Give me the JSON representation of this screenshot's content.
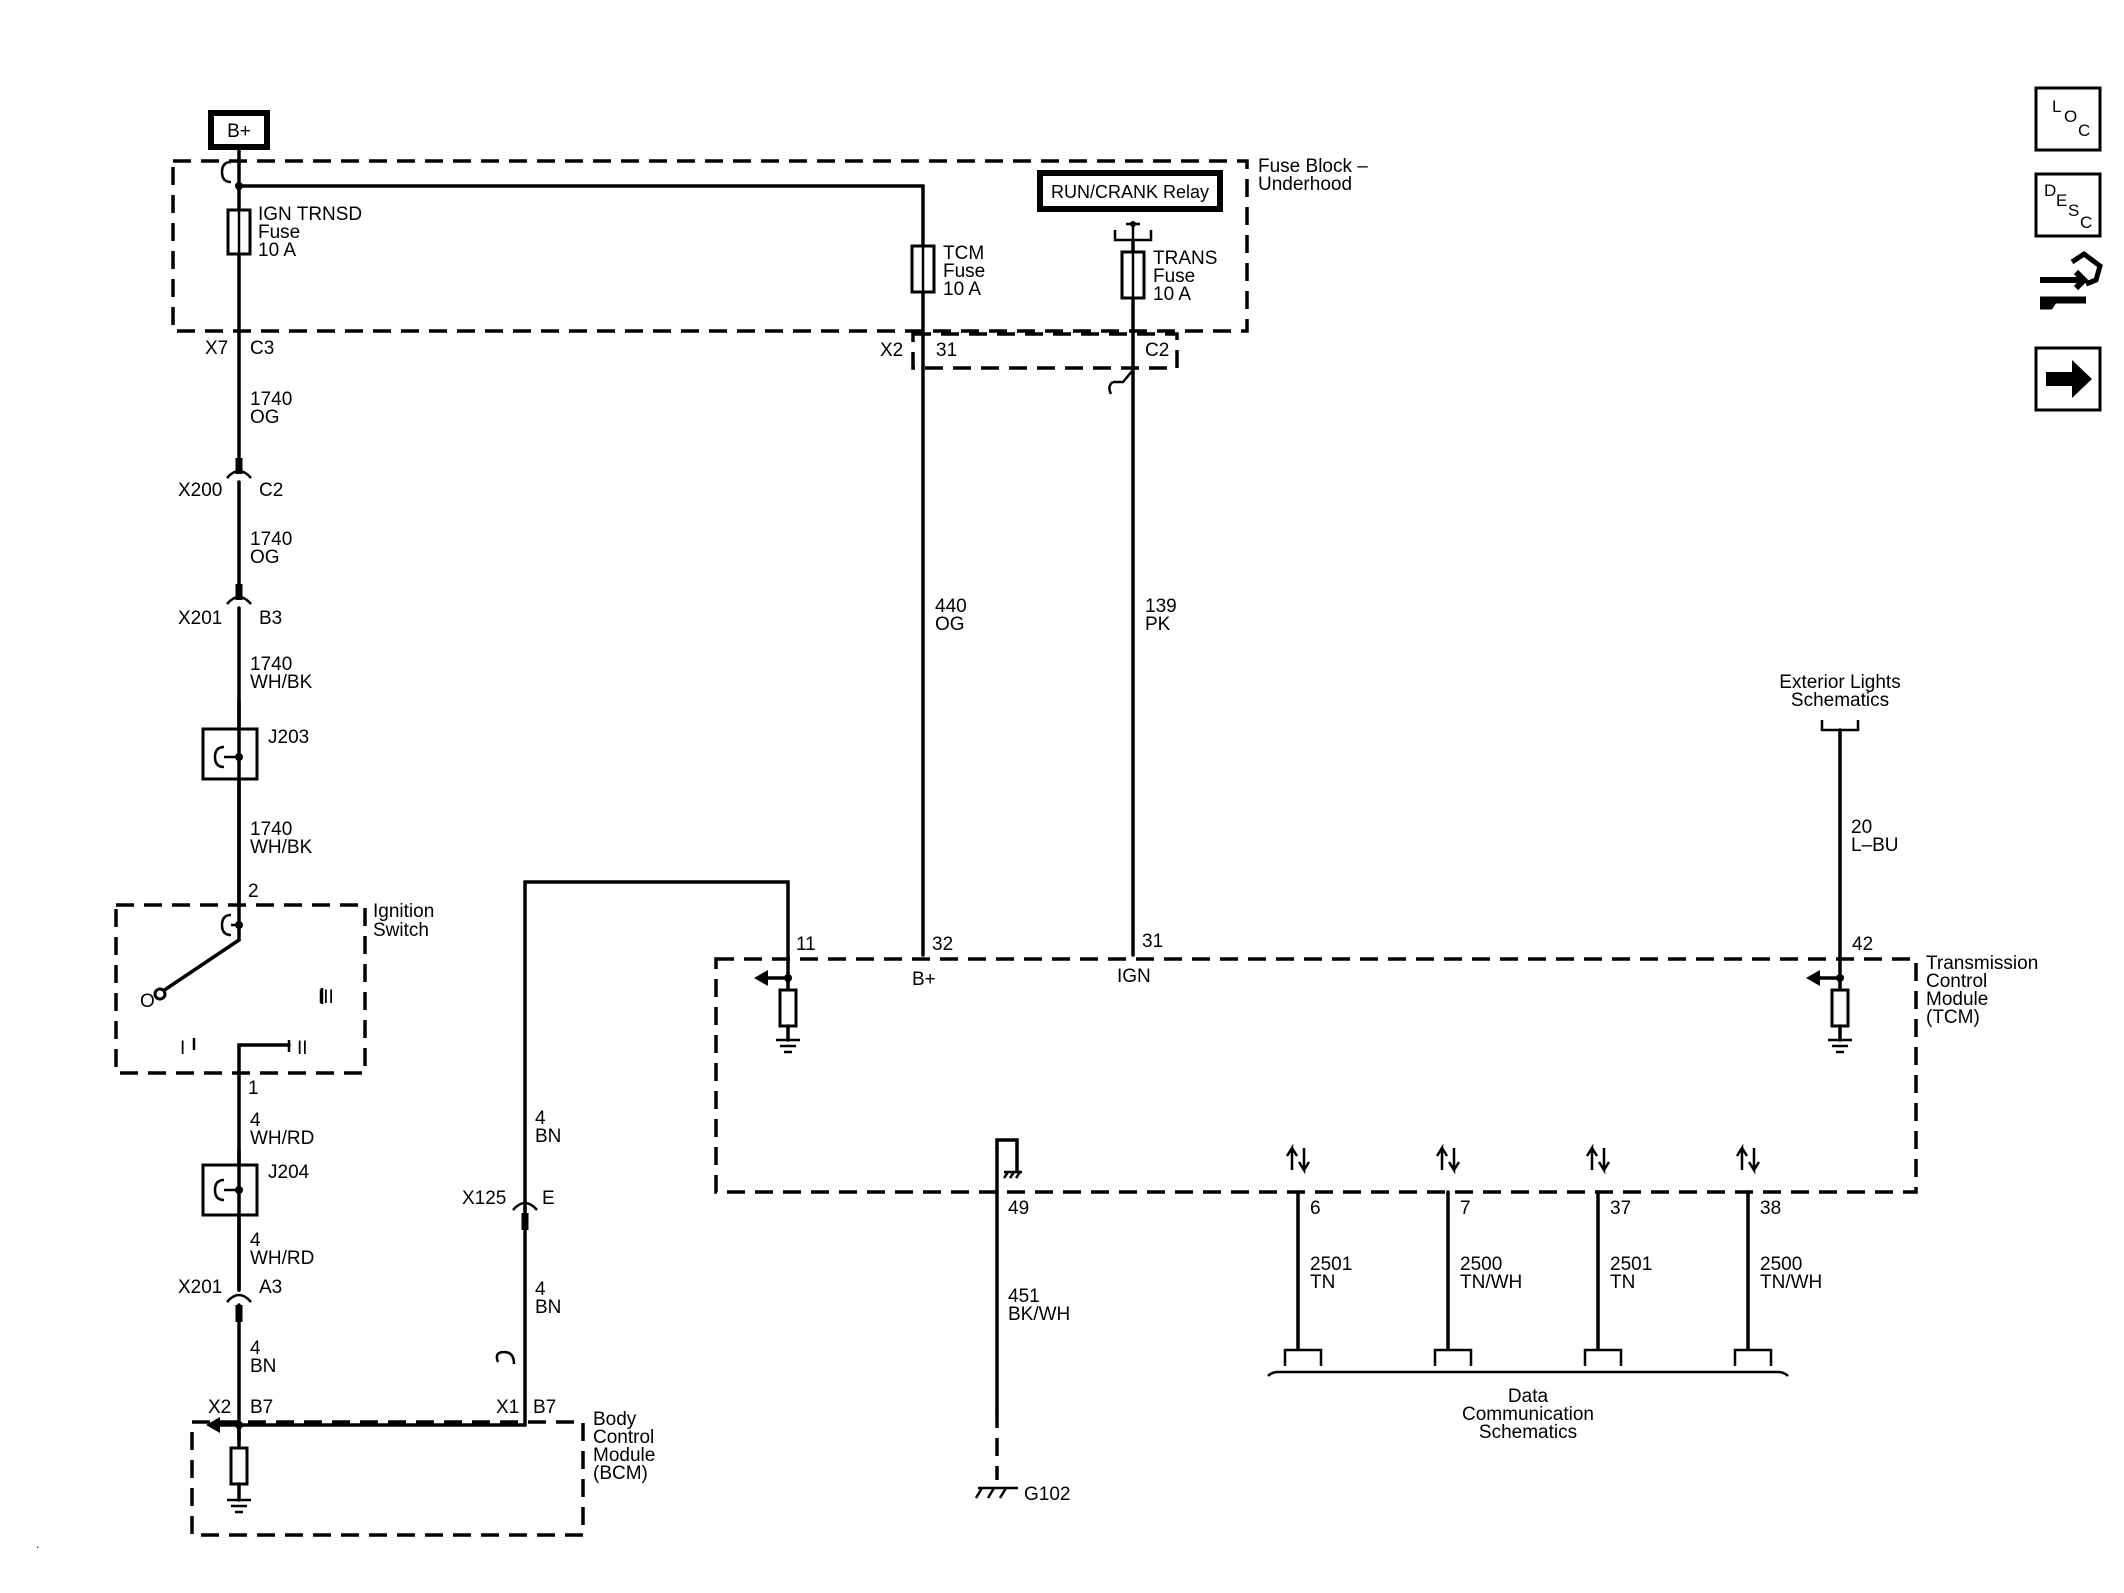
{
  "power": {
    "battery": "B+"
  },
  "fuse_block": {
    "title_line1": "Fuse Block –",
    "title_line2": "Underhood",
    "relay": "RUN/CRANK Relay",
    "ign_fuse": [
      "IGN TRNSD",
      "Fuse",
      "10 A"
    ],
    "tcm_fuse": [
      "TCM",
      "Fuse",
      "10 A"
    ],
    "trans_fuse": [
      "TRANS",
      "Fuse",
      "10 A"
    ]
  },
  "connectors": {
    "x7": "X7",
    "c3": "C3",
    "x2_fb": "X2",
    "p31_fb": "31",
    "c2_fb": "C2",
    "x200": "X200",
    "c2": "C2",
    "x201_b3": "X201",
    "b3": "B3",
    "j203": "J203",
    "j204": "J204",
    "x201_a3": "X201",
    "a3": "A3",
    "x125": "X125",
    "e": "E",
    "x2_bcm": "X2",
    "b7_bcm": "B7",
    "x1_bcm": "X1",
    "b7_x1": "B7",
    "g102": "G102"
  },
  "wires": {
    "w1740a": [
      "1740",
      "OG"
    ],
    "w1740b": [
      "1740",
      "OG"
    ],
    "w1740c": [
      "1740",
      "WH/BK"
    ],
    "w1740d": [
      "1740",
      "WH/BK"
    ],
    "w4a": [
      "4",
      "WH/RD"
    ],
    "w4b": [
      "4",
      "WH/RD"
    ],
    "w4c": [
      "4",
      "BN"
    ],
    "w4d": [
      "4",
      "BN"
    ],
    "w4e": [
      "4",
      "BN"
    ],
    "w440": [
      "440",
      "OG"
    ],
    "w139": [
      "139",
      "PK"
    ],
    "w20": [
      "20",
      "L–BU"
    ],
    "w451": [
      "451",
      "BK/WH"
    ],
    "w2501a": [
      "2501",
      "TN"
    ],
    "w2500a": [
      "2500",
      "TN/WH"
    ],
    "w2501b": [
      "2501",
      "TN"
    ],
    "w2500b": [
      "2500",
      "TN/WH"
    ]
  },
  "ignition_switch": {
    "title": [
      "Ignition",
      "Switch"
    ],
    "pin_top": "2",
    "pin_bottom": "1",
    "pos_o": "O",
    "pos_i": "I",
    "pos_ii": "II",
    "pos_iii": "III"
  },
  "bcm": {
    "title": [
      "Body",
      "Control",
      "Module",
      "(BCM)"
    ]
  },
  "tcm": {
    "title": [
      "Transmission",
      "Control",
      "Module",
      "(TCM)"
    ],
    "pins": {
      "p11": "11",
      "p32": "32",
      "p31": "31",
      "p42": "42",
      "p49": "49",
      "p6": "6",
      "p7": "7",
      "p37": "37",
      "p38": "38"
    },
    "bplus": "B+",
    "ign": "IGN"
  },
  "refs": {
    "exterior": [
      "Exterior Lights",
      "Schematics"
    ],
    "data_comm": [
      "Data",
      "Communication",
      "Schematics"
    ]
  },
  "side_buttons": {
    "loc": [
      "L",
      "O",
      "C"
    ],
    "desc": [
      "D",
      "E",
      "S",
      "C"
    ],
    "repair_icon": "repair-procedure-icon",
    "next_icon": "arrow-right-icon"
  }
}
